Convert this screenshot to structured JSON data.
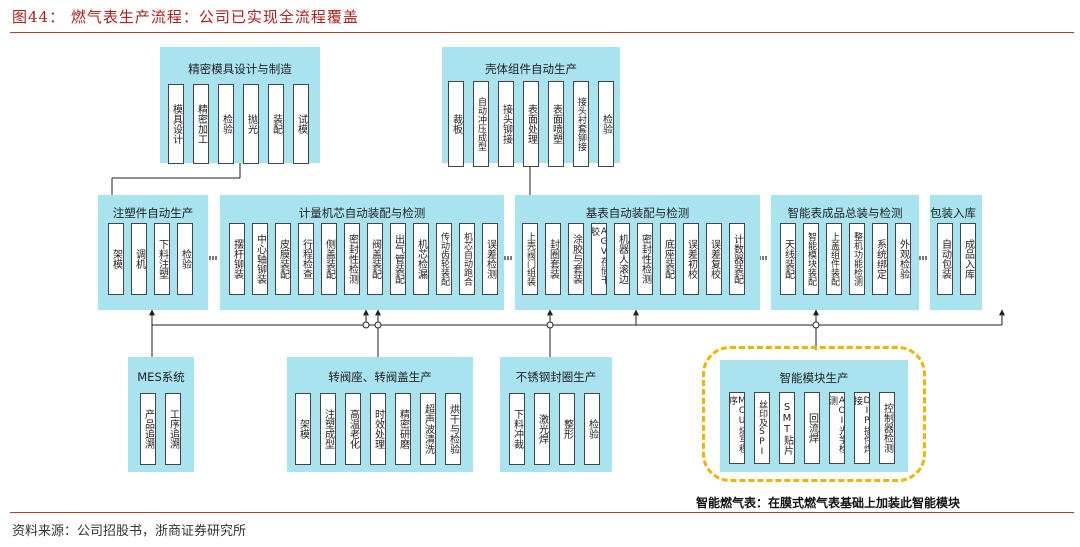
{
  "figure": {
    "title": "图44：  燃气表生产流程：公司已实现全流程覆盖",
    "note": "智能燃气表：在膜式燃气表基础上加装此智能模块",
    "source": "资料来源：公司招股书，浙商证券研究所"
  },
  "panels": {
    "mold": {
      "title": "精密模具设计与制造",
      "steps": [
        "模具设计",
        "精密加工",
        "检验",
        "抛光",
        "装配",
        "试模"
      ]
    },
    "shell": {
      "title": "壳体组件自动生产",
      "steps": [
        "裁板",
        "自动冲压成型",
        "接头铆接",
        "表面处理",
        "表面喷塑",
        "接头衬套铆接",
        "检验"
      ]
    },
    "injection": {
      "title": "注塑件自动生产",
      "steps": [
        "架模",
        "调机",
        "下料注塑",
        "检验"
      ]
    },
    "core": {
      "title": "计量机芯自动装配与检测",
      "steps": [
        "摆杆铆装",
        "中心轴铆装",
        "皮膜装配",
        "行程检查",
        "侧盖装配",
        "密封性检测",
        "阀盖装配",
        "出气管装配",
        "机芯检漏",
        "传动齿轮装配",
        "机芯自动跑合",
        "误差检测"
      ]
    },
    "base": {
      "title": "基表自动装配与检测",
      "steps": [
        "上壳阀门组装",
        "封圈套装",
        "涂胶与套装",
        "AGV存储干胶",
        "机器人滚边",
        "密封性检测",
        "底座装配",
        "误差初校",
        "误差复校",
        "计数器装配"
      ]
    },
    "smart": {
      "title": "智能表成品总装与检测",
      "steps": [
        "天线装配",
        "智能模块装配",
        "上盖组件装配",
        "整机功能检测",
        "系统绑定",
        "外观检验"
      ]
    },
    "pack": {
      "title": "包装入库",
      "steps": [
        "自动包装",
        "成品入库"
      ]
    },
    "mes": {
      "title": "MES系统",
      "steps": [
        "产品追溯",
        "工序追溯"
      ]
    },
    "valve": {
      "title": "转阀座、转阀盖生产",
      "steps": [
        "架模",
        "注塑成型",
        "高温老化",
        "时效处理",
        "精密研磨",
        "超声波清洗",
        "烘干与检验"
      ]
    },
    "ring": {
      "title": "不锈钢封圈生产",
      "steps": [
        "下料冲裁",
        "激光焊",
        "整形",
        "检验"
      ]
    },
    "module": {
      "title": "智能模块生产",
      "steps": [
        "MCU烧写程序",
        "丝印及SPI",
        "SMT贴片",
        "回流焊",
        "AOI光学检测",
        "DIP插件焊接",
        "控制器检测"
      ]
    }
  }
}
